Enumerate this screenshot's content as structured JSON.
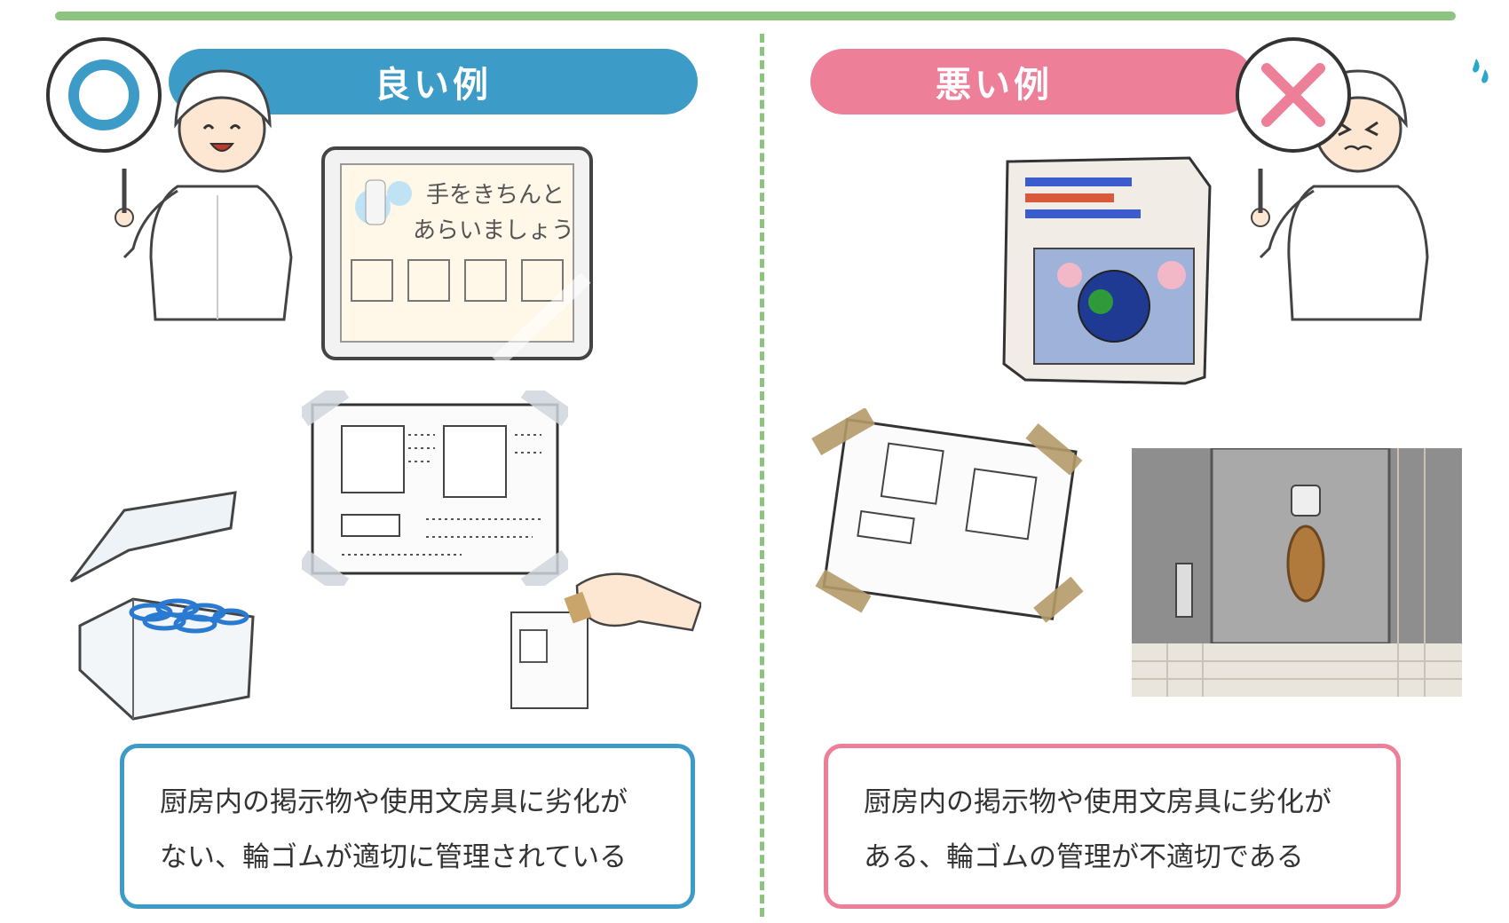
{
  "good": {
    "banner": "良い例",
    "caption_line1": "厨房内の掲示物や使用文房具に劣化が",
    "caption_line2": "ない、輪ゴムが適切に管理されている",
    "poster_text_line1": "手をきちんと",
    "poster_text_line2": "あらいましょう",
    "accent_color": "#3d9bc7"
  },
  "bad": {
    "banner": "悪い例",
    "caption_line1": "厨房内の掲示物や使用文房具に劣化が",
    "caption_line2": "ある、輪ゴムの管理が不適切である",
    "accent_color": "#ed7f98"
  },
  "divider_color": "#8cc47f",
  "icons": [
    "maru-sign-icon",
    "batsu-sign-icon",
    "sweat-drop-icon"
  ]
}
